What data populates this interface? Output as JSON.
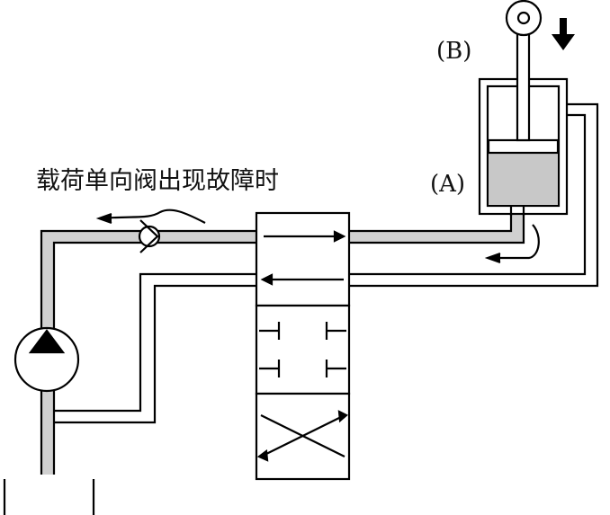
{
  "labels": {
    "caption": "载荷单向阀出现故障时",
    "chamber_a": "(A)",
    "chamber_b": "(B)"
  },
  "colors": {
    "line": "#000000",
    "pipe_fill": "#d0d0d0",
    "fluid": "#c8c8c8",
    "background": "#ffffff"
  },
  "icons": [
    "pump-symbol",
    "check-valve-symbol",
    "directional-valve-symbol",
    "cylinder-symbol",
    "tank-symbol",
    "down-arrow-icon"
  ]
}
